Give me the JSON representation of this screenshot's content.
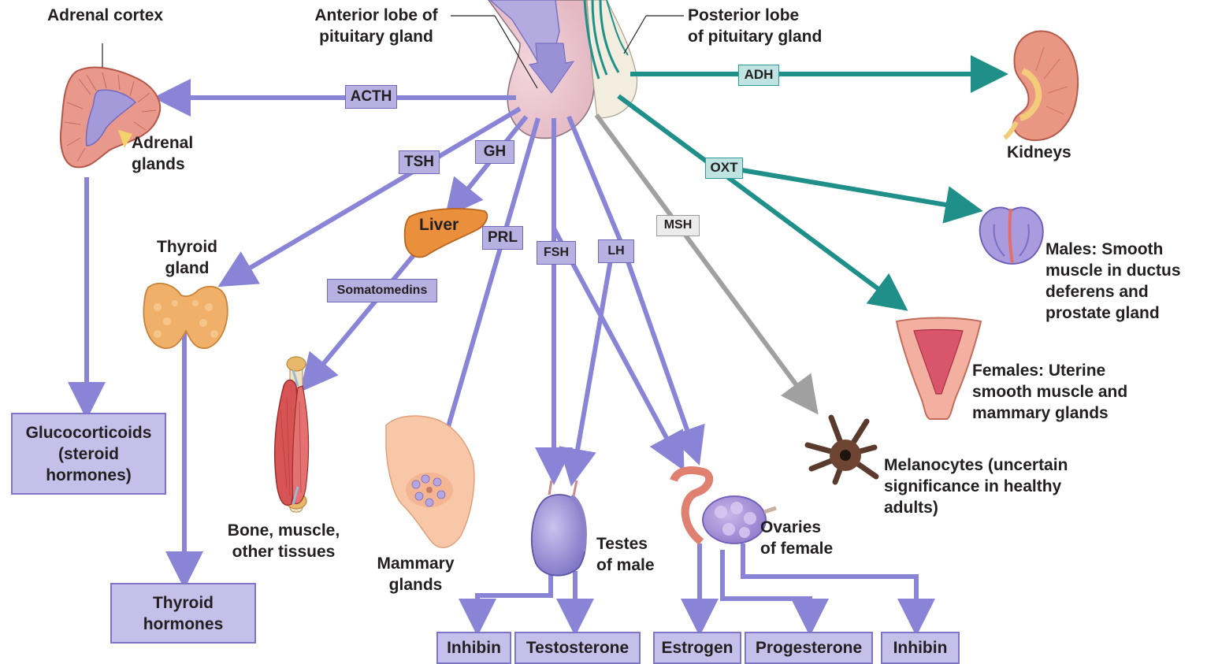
{
  "colors": {
    "anterior_pathway": "#8a84d6",
    "posterior_pathway": "#1f8f8a",
    "msh_pathway": "#a0a0a0",
    "hormone_box_fill": "#b9b3e3",
    "output_box_fill": "#c5c0ea"
  },
  "labels": {
    "adrenal_cortex": "Adrenal cortex",
    "anterior_lobe": "Anterior lobe of\npituitary gland",
    "posterior_lobe": "Posterior lobe\nof pituitary gland",
    "adrenal_glands": "Adrenal\nglands",
    "kidneys": "Kidneys",
    "thyroid_gland": "Thyroid\ngland",
    "liver": "Liver",
    "males": "Males: Smooth\nmuscle in ductus\ndeferens and\nprostate gland",
    "females": "Females: Uterine\nsmooth muscle and\nmammary glands",
    "bone_muscle": "Bone, muscle,\nother tissues",
    "mammary_glands": "Mammary\nglands",
    "testes": "Testes\nof male",
    "ovaries": "Ovaries\nof female",
    "melanocytes": "Melanocytes (uncertain\nsignificance in healthy\nadults)"
  },
  "hormones": {
    "acth": "ACTH",
    "adh": "ADH",
    "tsh": "TSH",
    "gh": "GH",
    "oxt": "OXT",
    "prl": "PRL",
    "msh": "MSH",
    "fsh": "FSH",
    "lh": "LH",
    "somatomedins": "Somatomedins"
  },
  "outputs": {
    "glucocorticoids": "Glucocorticoids\n(steroid\nhormones)",
    "thyroid_hormones": "Thyroid\nhormones",
    "inhibin_male": "Inhibin",
    "testosterone": "Testosterone",
    "estrogen": "Estrogen",
    "progesterone": "Progesterone",
    "inhibin_female": "Inhibin"
  }
}
